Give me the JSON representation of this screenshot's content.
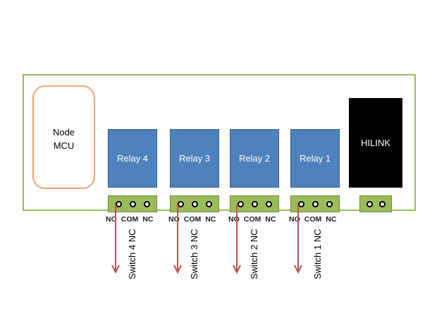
{
  "diagram": {
    "nodemcu": {
      "line1": "Node",
      "line2": "MCU"
    },
    "relays": [
      {
        "label": "Relay 4"
      },
      {
        "label": "Relay 3"
      },
      {
        "label": "Relay 2"
      },
      {
        "label": "Relay 1"
      }
    ],
    "hilink": {
      "label": "HILINK"
    },
    "pins": {
      "no": "NO",
      "com": "COM",
      "nc": "NC"
    },
    "switches": [
      {
        "label": "Switch 4 NC"
      },
      {
        "label": "Switch 3 NC"
      },
      {
        "label": "Switch 2 NC"
      },
      {
        "label": "Switch 1 NC"
      }
    ],
    "colors": {
      "board_border": "#9bbb59",
      "relay_fill": "#4f81bd",
      "terminal_fill": "#9bbb59",
      "arrow": "#c0504d",
      "mcu_border": "#f0a46e",
      "hilink_fill": "#000000"
    }
  }
}
